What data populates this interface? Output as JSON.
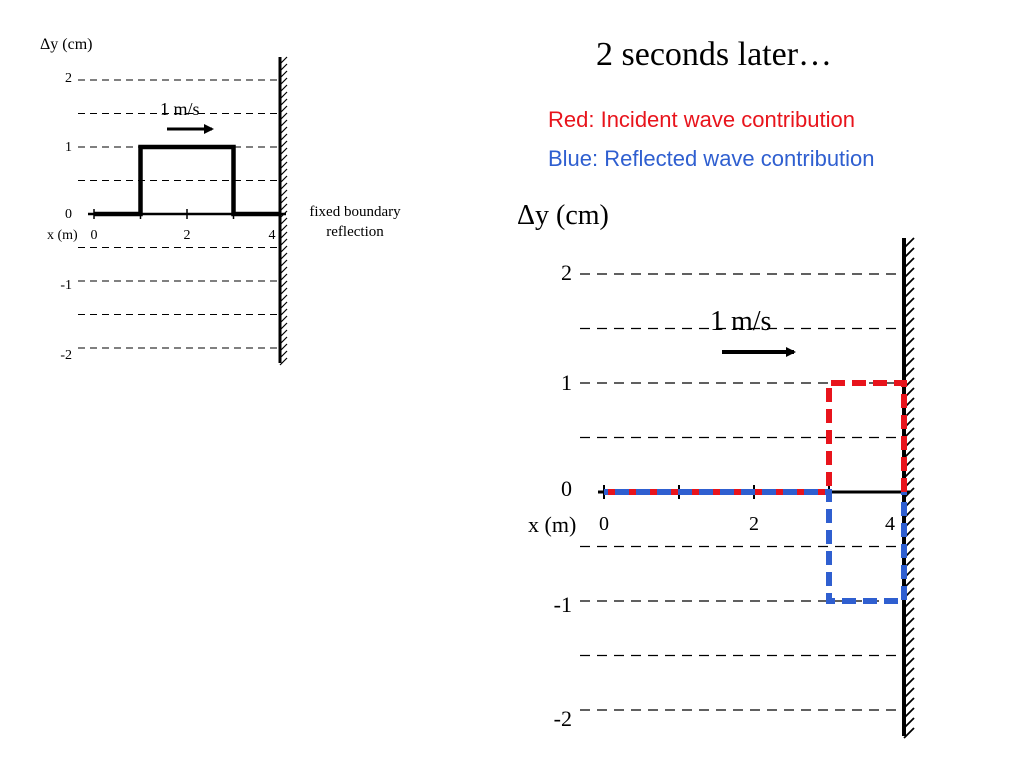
{
  "slide": {
    "title": "2 seconds later…",
    "legend_red": "Red: Incident wave contribution",
    "legend_blue": "Blue: Reflected wave contribution"
  },
  "colors": {
    "incident": "#e8141c",
    "reflected": "#2f5fd0",
    "axis": "#000000"
  },
  "left_diagram": {
    "ylabel": "Δy (cm)",
    "xlabel": "x (m)",
    "yticks": [
      "2",
      "1",
      "0",
      "-1",
      "-2"
    ],
    "xticks": [
      "0",
      "2",
      "4"
    ],
    "speed_label": "1 m/s",
    "boundary_label_1": "fixed boundary",
    "boundary_label_2": "reflection",
    "pulse": {
      "x_start": 1,
      "x_end": 3,
      "height": 1
    }
  },
  "right_diagram": {
    "ylabel": "Δy (cm)",
    "xlabel": "x (m)",
    "yticks": [
      "2",
      "1",
      "0",
      "-1",
      "-2"
    ],
    "xticks": [
      "0",
      "2",
      "4"
    ],
    "speed_label": "1 m/s",
    "incident": {
      "x_start": 3,
      "x_end": 4,
      "height": 1
    },
    "reflected": {
      "x_start": 3,
      "x_end": 4,
      "height": -1
    }
  }
}
